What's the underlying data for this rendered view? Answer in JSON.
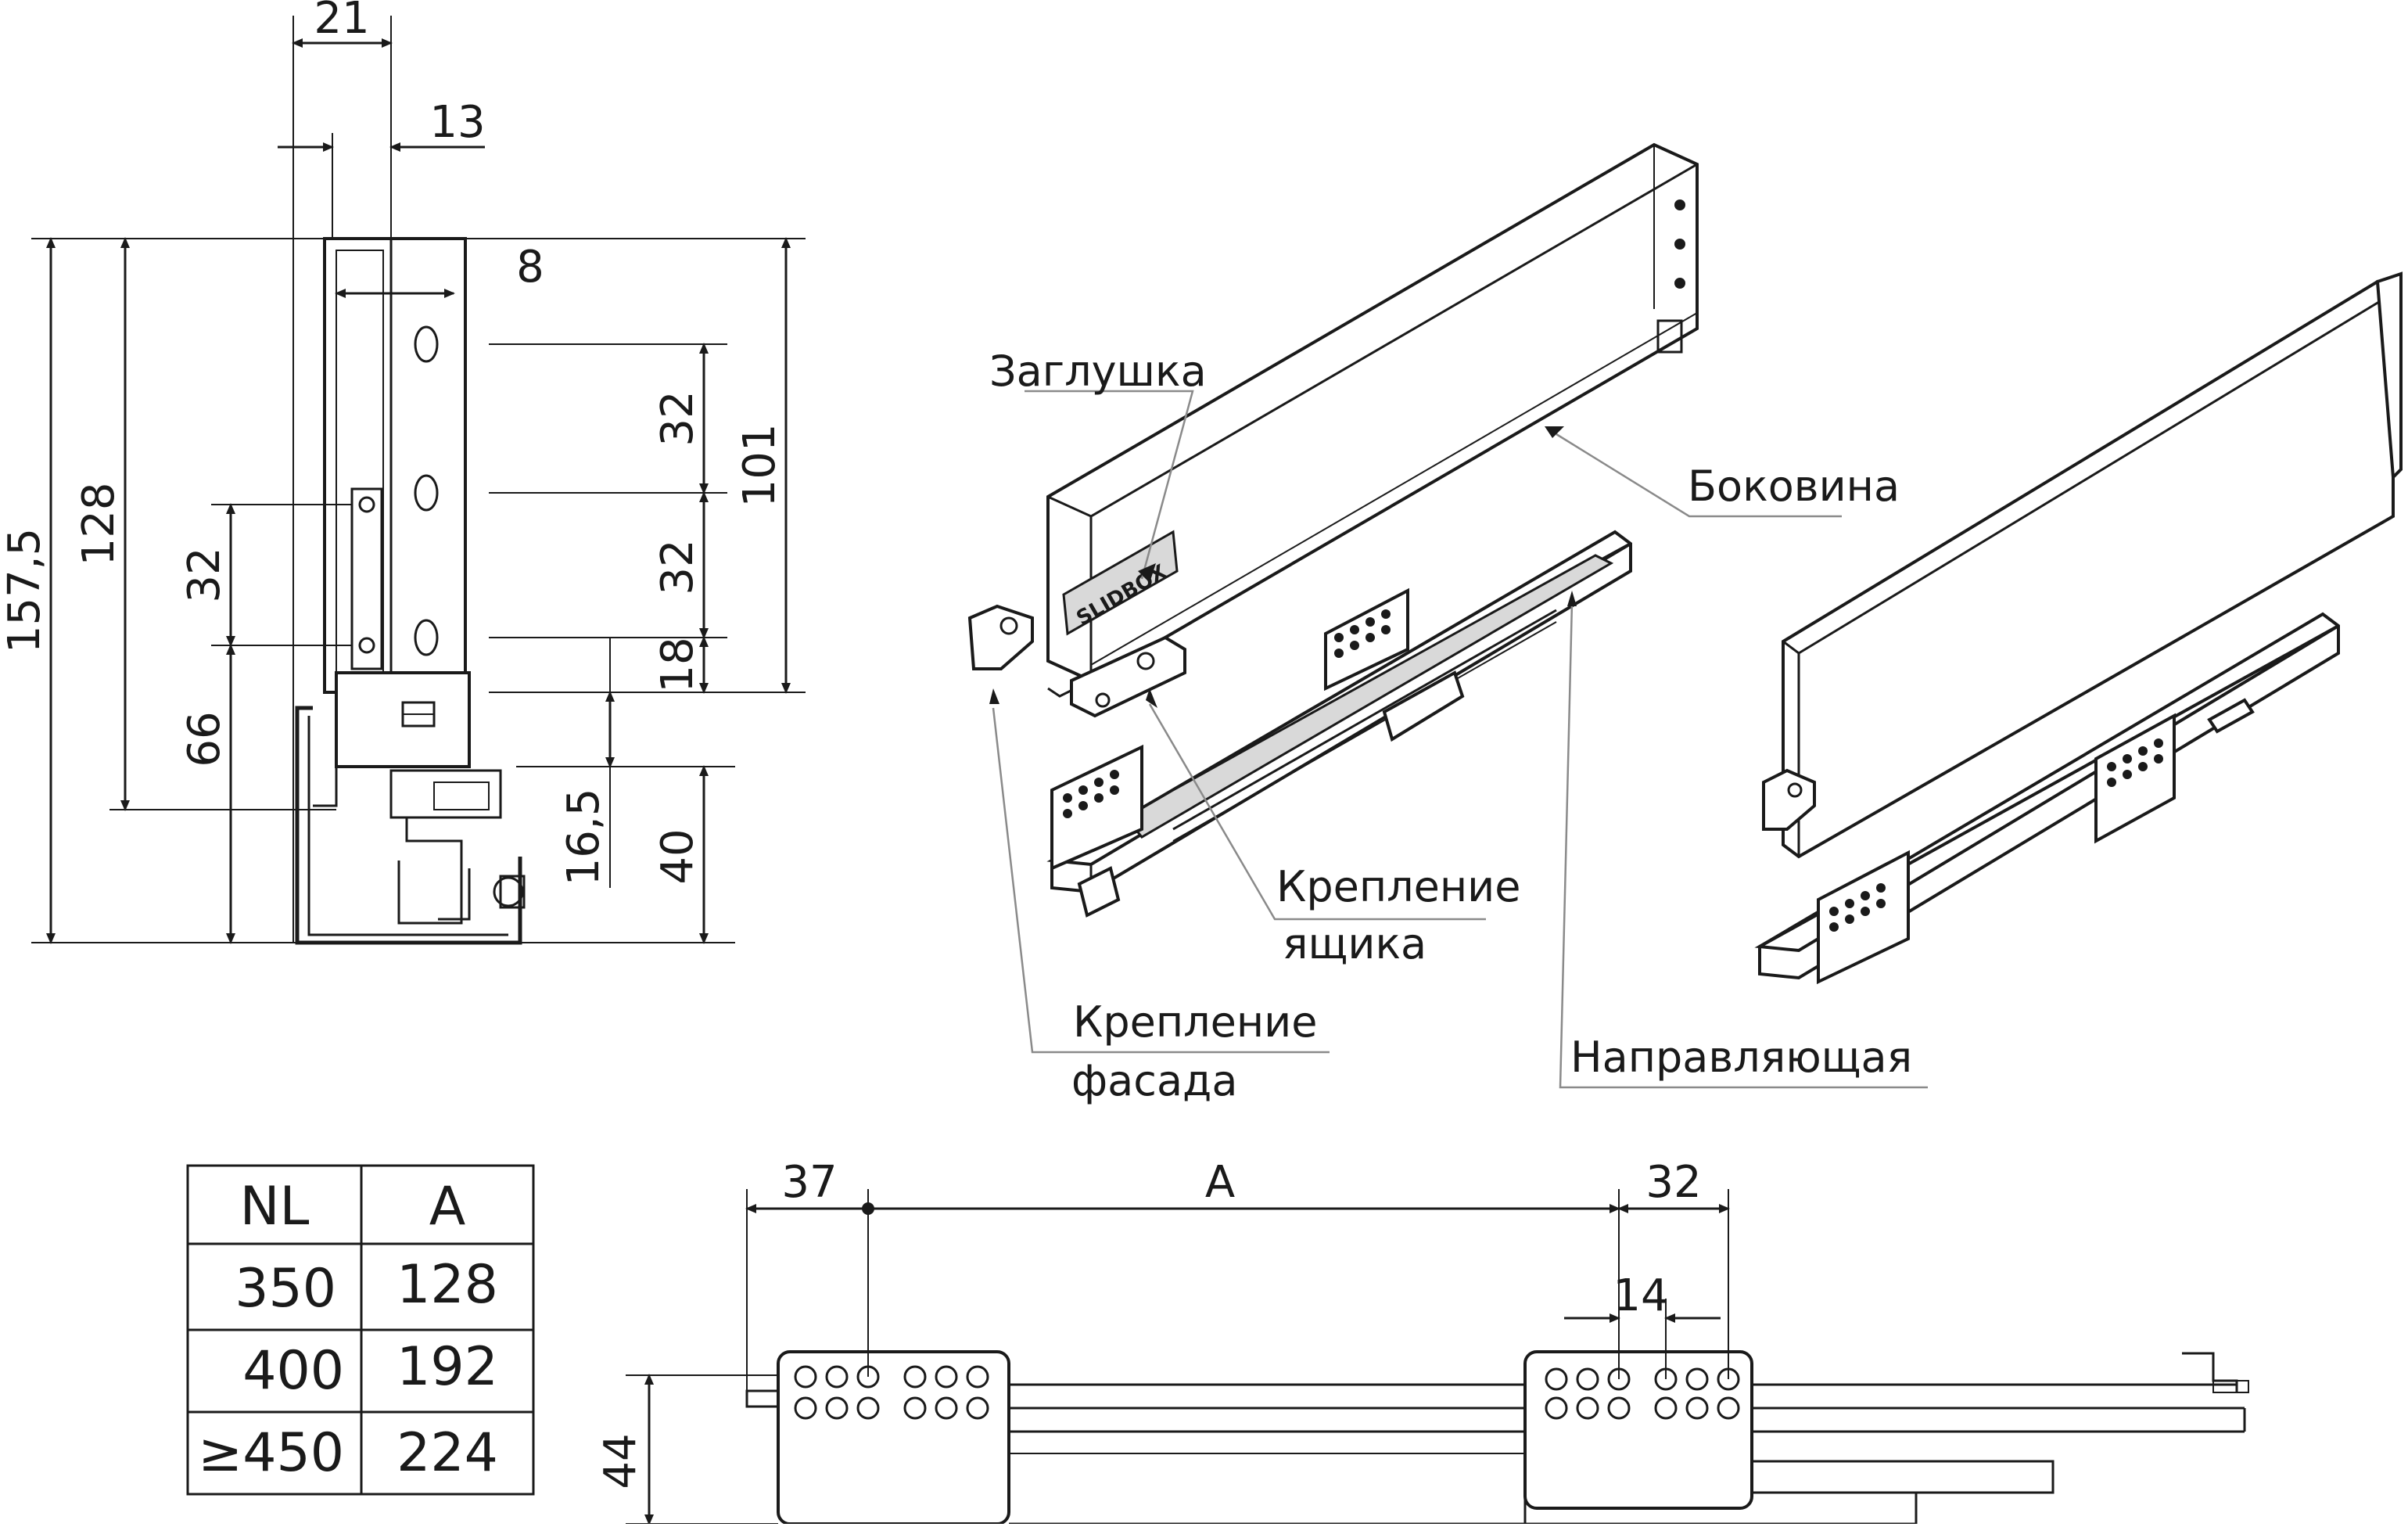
{
  "side_section": {
    "dims": {
      "w21": "21",
      "w13": "13",
      "w8": "8",
      "h32_top": "32",
      "h32_mid": "32",
      "h101": "101",
      "h18": "18",
      "h16_5": "16,5",
      "h40": "40",
      "h157_5": "157,5",
      "h128": "128",
      "h32_left": "32",
      "h66": "66"
    }
  },
  "exploded_view": {
    "labels": {
      "plug": "Заглушка",
      "side_panel": "Боковина",
      "drawer_mount_1": "Крепление",
      "drawer_mount_2": "ящика",
      "front_mount_1": "Крепление",
      "front_mount_2": "фасада",
      "guide": "Направляющая"
    },
    "logo_text": "SLIDBOX"
  },
  "table": {
    "headers": [
      "NL",
      "A"
    ],
    "rows": [
      [
        "350",
        "128"
      ],
      [
        "400",
        "192"
      ],
      [
        "≥450",
        "224"
      ]
    ]
  },
  "bottom_view": {
    "dims": {
      "d37": "37",
      "dA": "A",
      "d32": "32",
      "d14": "14",
      "d44": "44"
    }
  }
}
